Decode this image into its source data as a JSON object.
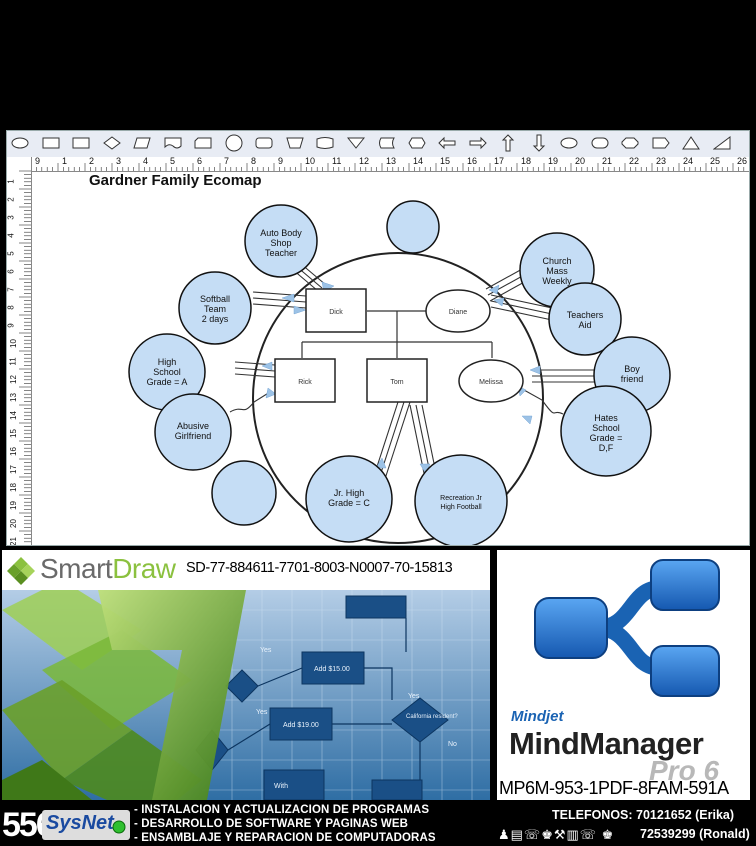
{
  "diagram": {
    "title": "Gardner Family Ecomap",
    "ruler_h": [
      "9",
      "1",
      "2",
      "3",
      "4",
      "5",
      "6",
      "7",
      "8",
      "9",
      "10",
      "11",
      "12",
      "13",
      "14",
      "15",
      "16",
      "17",
      "18",
      "19",
      "20",
      "21",
      "22",
      "23",
      "24",
      "25",
      "26"
    ],
    "ruler_v": [
      "1",
      "2",
      "3",
      "4",
      "5",
      "6",
      "7",
      "8",
      "9",
      "10",
      "11",
      "12",
      "13",
      "14",
      "15",
      "16",
      "17",
      "18",
      "19",
      "20",
      "21"
    ],
    "family": {
      "dick": "Dick",
      "diane": "Diane",
      "rick": "Rick",
      "tom": "Tom",
      "melissa": "Melissa"
    },
    "nodes": {
      "auto_body": [
        "Auto Body",
        "Shop",
        "Teacher"
      ],
      "softball": [
        "Softball",
        "Team",
        "2 days"
      ],
      "high_school": [
        "High",
        "School",
        "Grade = A"
      ],
      "abusive": [
        "Abusive",
        "Girlfriend"
      ],
      "jr_high": [
        "Jr. High",
        "Grade = C"
      ],
      "recreation": [
        "Recreation Jr",
        "High Football"
      ],
      "church": [
        "Church",
        "Mass",
        "Weekly"
      ],
      "teachers_aid": [
        "Teachers",
        "Aid"
      ],
      "boyfriend": [
        "Boy",
        "friend"
      ],
      "hates_school": [
        "Hates",
        "School",
        "Grade =",
        "D,F"
      ]
    }
  },
  "smartdraw": {
    "logo_smart": "Smart",
    "logo_draw": "Draw",
    "serial": "SD-77-884611-7701-8003-N0007-70-15813",
    "flow_labels": [
      "Add $15.00",
      "Add $19.00",
      "California resident?",
      "Yes",
      "No",
      "Yes",
      "Yes",
      "With"
    ]
  },
  "mindmanager": {
    "brand": "Mindjet",
    "name": "MindManager",
    "version": "Pro 6",
    "serial": "MP6M-953-1PDF-8FAM-591A"
  },
  "footer": {
    "number": "556",
    "logo": "SysNet",
    "services": [
      "- INSTALACION Y ACTUALIZACION DE PROGRAMAS",
      "- DESARROLLO DE SOFTWARE Y PAGINAS WEB",
      "- ENSAMBLAJE Y REPARACION DE COMPUTADORAS"
    ],
    "phone1": "TELEFONOS: 70121652 (Erika)",
    "phone2": "72539299 (Ronald)",
    "icon_strip": "♟▤☏♚⚒▥☏ ♚"
  },
  "colors": {
    "bubble": "#c5ddf5",
    "sd_green": "#8bc13f",
    "mm_blue": "#1a63b3"
  }
}
